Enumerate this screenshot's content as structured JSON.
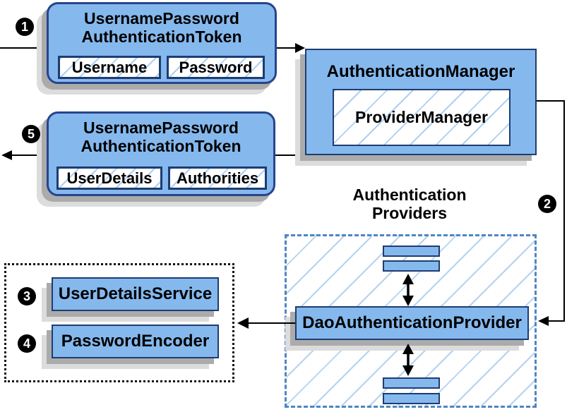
{
  "steps": {
    "one": "1",
    "two": "2",
    "three": "3",
    "four": "4",
    "five": "5"
  },
  "request_token": {
    "title_line1": "UsernamePassword",
    "title_line2": "AuthenticationToken",
    "fields": {
      "username": "Username",
      "password": "Password"
    }
  },
  "authentication_manager": {
    "title": "AuthenticationManager",
    "provider_manager": "ProviderManager"
  },
  "response_token": {
    "title_line1": "UsernamePassword",
    "title_line2": "AuthenticationToken",
    "fields": {
      "user_details": "UserDetails",
      "authorities": "Authorities"
    }
  },
  "authentication_providers": {
    "label_line1": "Authentication",
    "label_line2": "Providers",
    "dao_provider": "DaoAuthenticationProvider"
  },
  "collaborators": {
    "user_details_service": "UserDetailsService",
    "password_encoder": "PasswordEncoder"
  },
  "colors": {
    "node_fill": "#85b9ee",
    "node_border": "#1e3c72",
    "rounded_border": "#27448c",
    "hatch_line": "#aecff3",
    "dashed_border": "#4f86c0",
    "shadow": "#ababab",
    "arrow": "#000000",
    "step_badge_bg": "#000000",
    "step_badge_text": "#ffffff"
  }
}
